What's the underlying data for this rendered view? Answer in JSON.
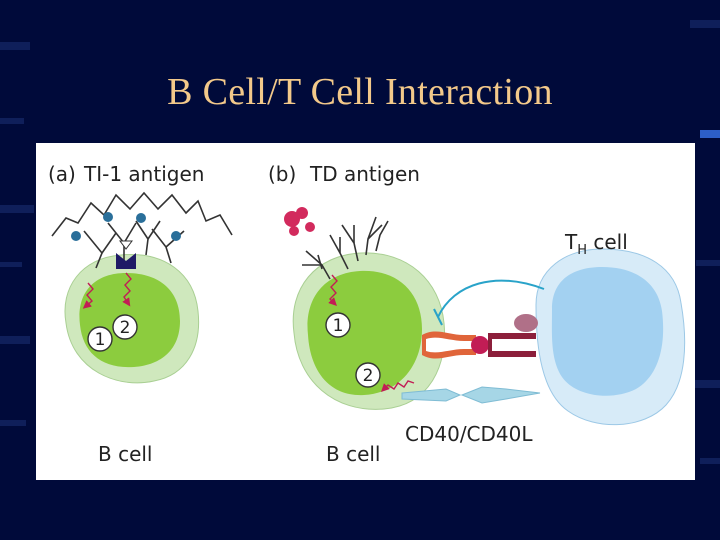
{
  "slide": {
    "title": "B Cell/T Cell Interaction"
  },
  "figure": {
    "panel_a": {
      "label": "(a)",
      "title": "TI-1 antigen",
      "cell_label": "B cell",
      "signals": [
        "1",
        "2"
      ]
    },
    "panel_b": {
      "label": "(b)",
      "title": "TD antigen",
      "cell_label": "B cell",
      "signals": [
        "1",
        "2"
      ],
      "th_cell": {
        "main": "T",
        "sub": "H",
        "suffix": " cell"
      },
      "interaction_label": "CD40/CD40L"
    }
  },
  "colors": {
    "background": "#000a3a",
    "title": "#f3c98a",
    "cell_outer": "#cfe8bd",
    "cell_nucleus": "#8ccc3e",
    "th_outer": "#d7ebf8",
    "th_inner": "#a3d1f1",
    "receptor_dot": "#2a6f9a",
    "antigen": "#d22a5d",
    "signal_arrow": "#c21d55",
    "mhc": "#8c1f3b",
    "tcr": "#e0653a",
    "cytokine": "#29a3c9",
    "cd40": "#a6d6e6"
  }
}
